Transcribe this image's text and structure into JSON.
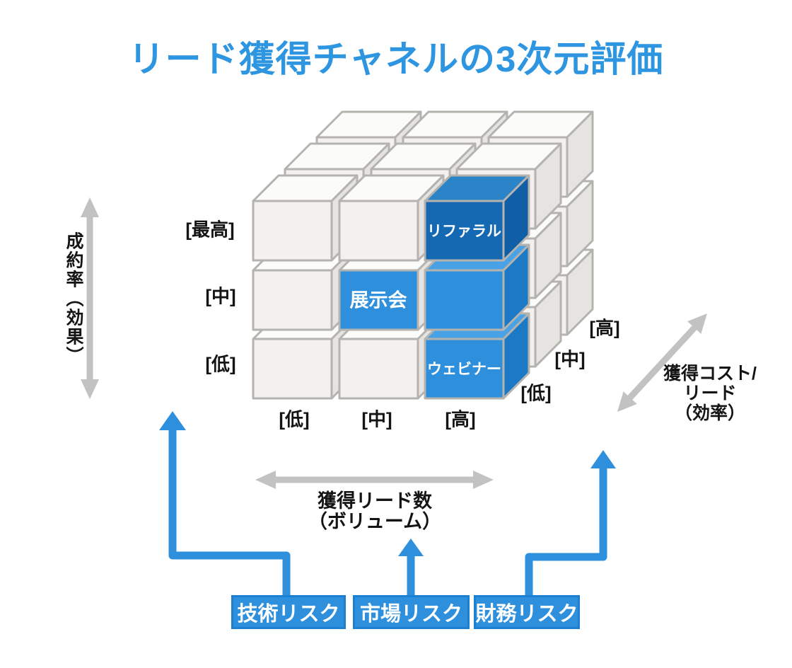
{
  "title": "リード獲得チャネルの3次元評価",
  "cube": {
    "x_ticks": [
      "[低]",
      "[中]",
      "[高]"
    ],
    "y_ticks": [
      "[最高]",
      "[中]",
      "[低]"
    ],
    "z_ticks": [
      "[低]",
      "[中]",
      "[高]"
    ],
    "highlighted_cells": [
      {
        "label": "リファラル",
        "col": 2,
        "row": 0,
        "style": "dark"
      },
      {
        "label": "展示会",
        "col": 1,
        "row": 1,
        "style": "front-only"
      },
      {
        "label": "",
        "col": 2,
        "row": 1,
        "style": "normal"
      },
      {
        "label": "ウェビナー",
        "col": 2,
        "row": 2,
        "style": "normal"
      }
    ]
  },
  "axes": {
    "y_label": "成約率（効果）",
    "x_label_line1": "獲得リード数",
    "x_label_line2": "（ボリューム）",
    "z_label_line1": "獲得コスト/",
    "z_label_line2": "リード",
    "z_label_line3": "（効率）"
  },
  "risk_labels": [
    "技術リスク",
    "市場リスク",
    "財務リスク"
  ],
  "colors": {
    "title_blue": "#2e96e1",
    "highlight_blue": "#2e90dc",
    "highlight_blue_dark": "#1569b3",
    "arrow_blue": "#2e90dd",
    "arrow_gray": "#c2c2c2"
  }
}
